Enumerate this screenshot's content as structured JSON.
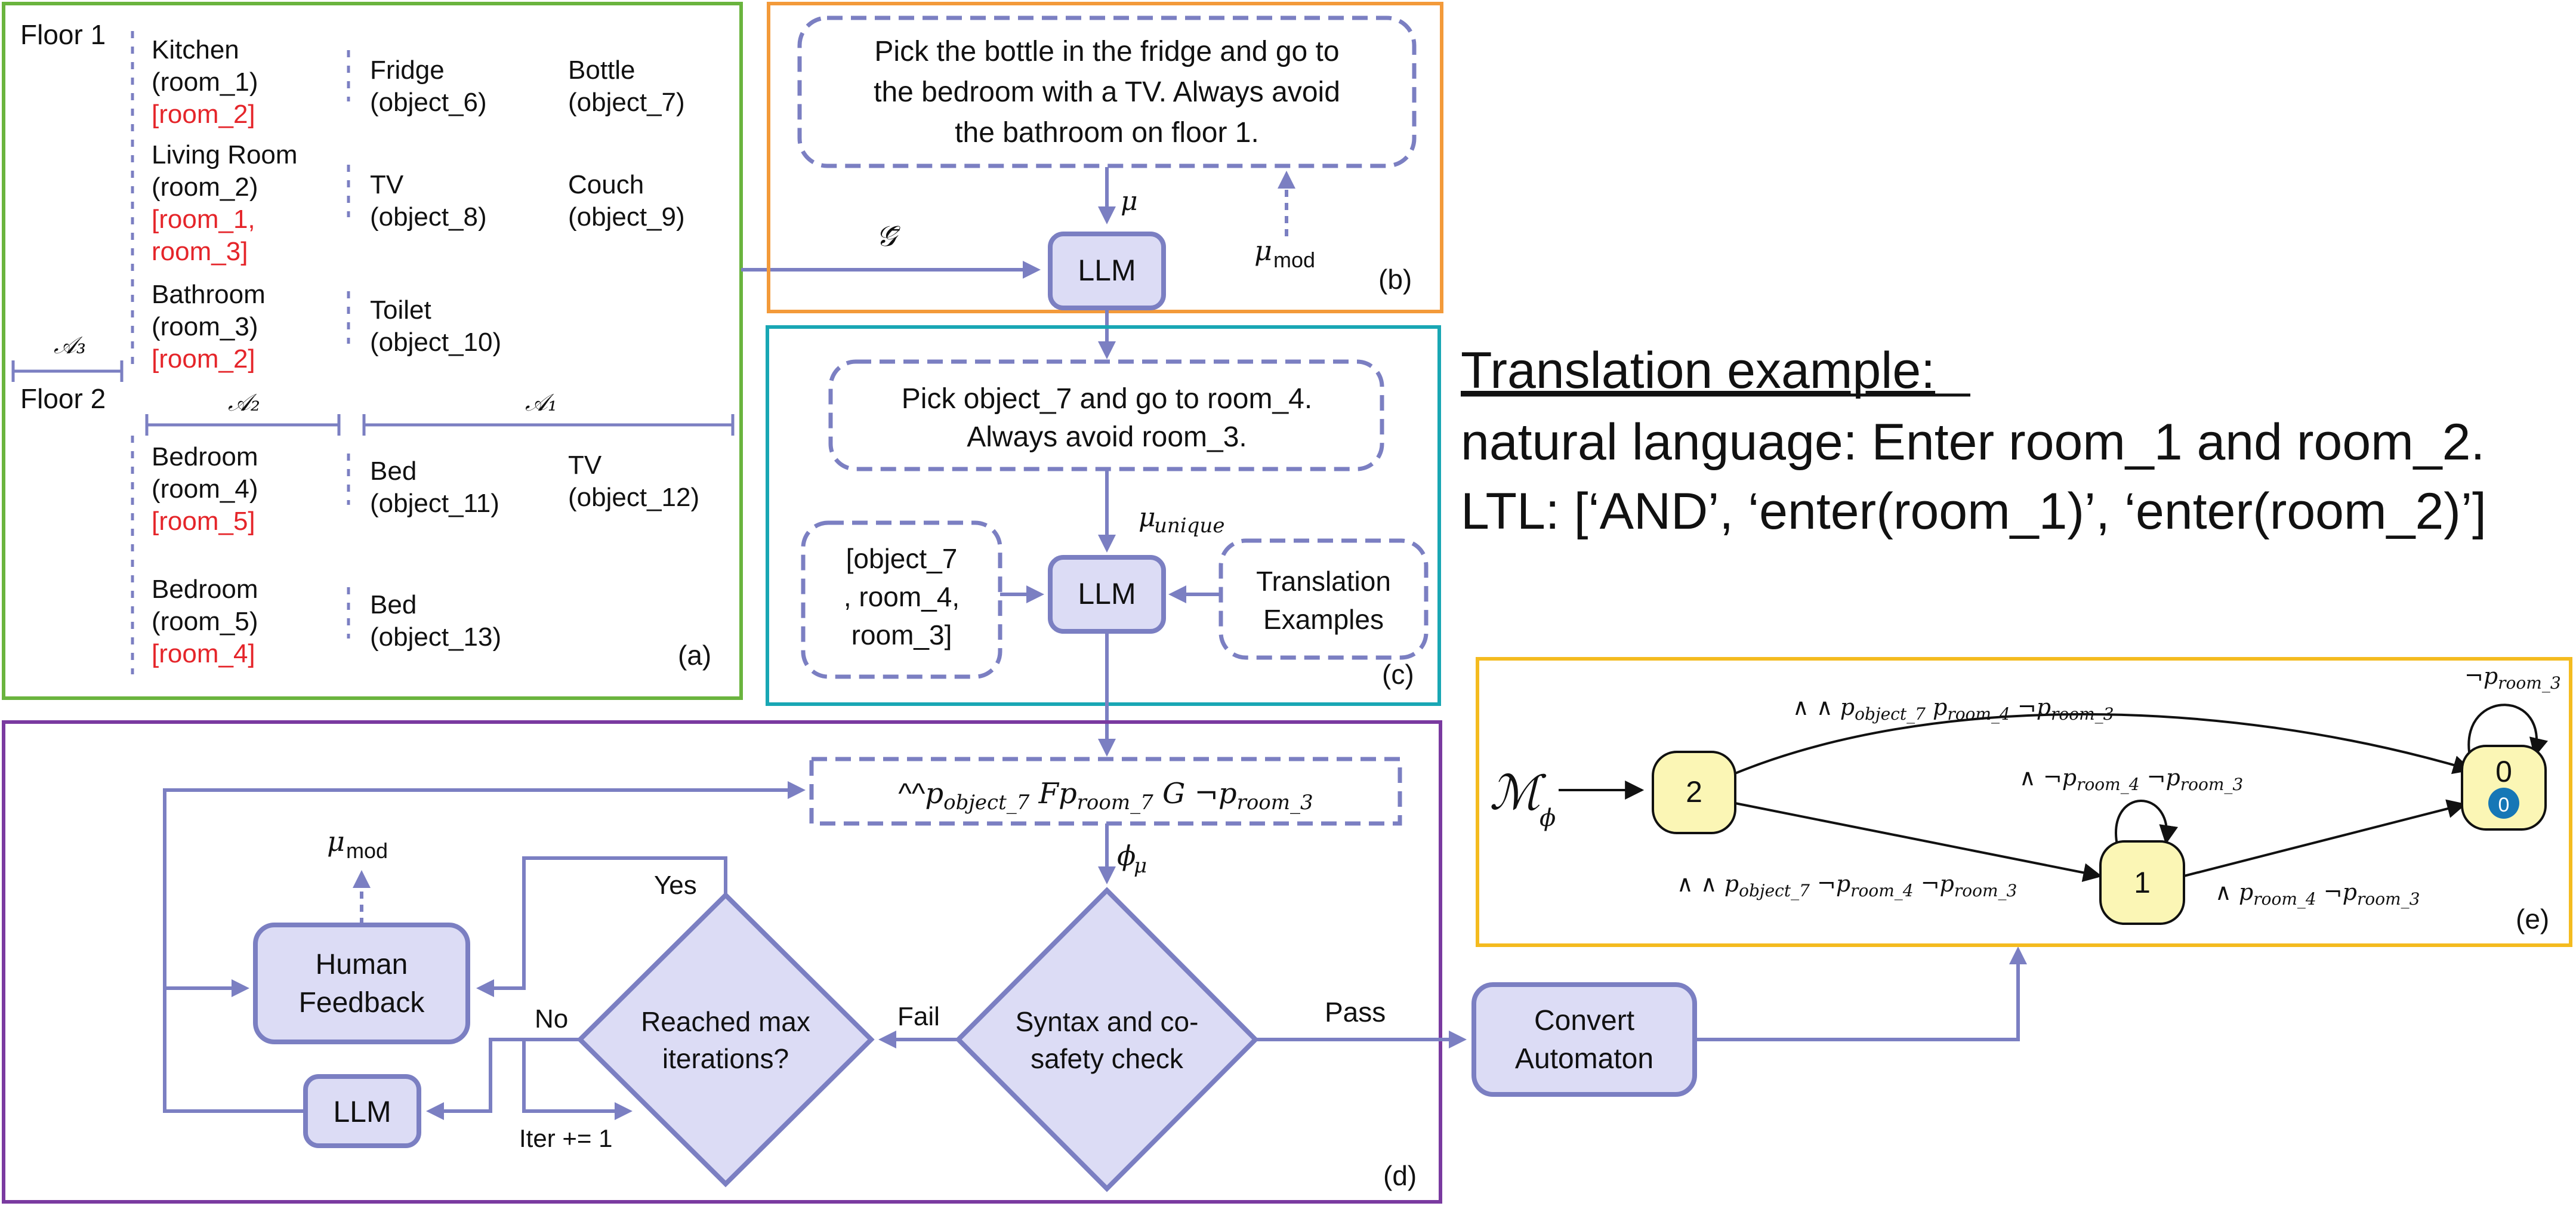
{
  "panel_a": {
    "label": "(a)",
    "floor1": "Floor 1",
    "floor2": "Floor 2",
    "A1": "𝒜₁",
    "A2": "𝒜₂",
    "A3": "𝒜₃",
    "rooms": [
      {
        "name": "Kitchen",
        "id": "(room_1)",
        "adj": [
          "[room_2]"
        ]
      },
      {
        "name": "Living Room",
        "id": "(room_2)",
        "adj": [
          "[room_1,",
          "room_3]"
        ]
      },
      {
        "name": "Bathroom",
        "id": "(room_3)",
        "adj": [
          "[room_2]"
        ]
      },
      {
        "name": "Bedroom",
        "id": "(room_4)",
        "adj": [
          "[room_5]"
        ]
      },
      {
        "name": "Bedroom",
        "id": "(room_5)",
        "adj": [
          "[room_4]"
        ]
      }
    ],
    "objects": [
      {
        "name": "Fridge",
        "id": "(object_6)"
      },
      {
        "name": "Bottle",
        "id": "(object_7)"
      },
      {
        "name": "TV",
        "id": "(object_8)"
      },
      {
        "name": "Couch",
        "id": "(object_9)"
      },
      {
        "name": "Toilet",
        "id": "(object_10)"
      },
      {
        "name": "Bed",
        "id": "(object_11)"
      },
      {
        "name": "TV",
        "id": "(object_12)"
      },
      {
        "name": "Bed",
        "id": "(object_13)"
      }
    ]
  },
  "panel_b": {
    "label": "(b)",
    "instruction": [
      "Pick the bottle in the fridge and go to",
      "the bedroom with a TV. Always avoid",
      "the bathroom on floor 1."
    ],
    "llm": "LLM",
    "mu": "μ",
    "mu_mod": "μ",
    "mu_mod_sub": "mod",
    "g_bar": "𝒢̄"
  },
  "panel_c": {
    "label": "(c)",
    "lifted": [
      "Pick object_7 and go to room_4.",
      "Always avoid room_3."
    ],
    "mu_unique": "μ",
    "mu_unique_sub": "unique",
    "props": [
      "[object_7",
      ", room_4,",
      "room_3]"
    ],
    "llm": "LLM",
    "examples": [
      "Translation",
      "Examples"
    ]
  },
  "panel_d": {
    "label": "(d)",
    "formula": "^^p",
    "formula_parts": [
      "^^",
      "p",
      "object_7",
      " F",
      "p",
      "room_7",
      " G ¬",
      "p",
      "room_3"
    ],
    "phi": "ϕ",
    "phi_sub": "μ",
    "syntax_check": [
      "Syntax and co-",
      "safety check"
    ],
    "max_iter": [
      "Reached max",
      "iterations?"
    ],
    "human_feedback": [
      "Human",
      "Feedback"
    ],
    "llm": "LLM",
    "mu_mod": "μ",
    "mu_mod_sub": "mod",
    "yes": "Yes",
    "no": "No",
    "fail": "Fail",
    "pass": "Pass",
    "iter": "Iter += 1"
  },
  "convert": [
    "Convert",
    "Automaton"
  ],
  "translation": {
    "title": "Translation example:",
    "nl": "natural language: Enter room_1 and room_2.",
    "ltl": "LTL: [‘AND’, ‘enter(room_1)’, ‘enter(room_2)’]"
  },
  "panel_e": {
    "label": "(e)",
    "M": "ℳ",
    "M_sub": "ϕ",
    "states": [
      "2",
      "1",
      "0"
    ],
    "accept_badge": "0",
    "edges": {
      "e_2_0": [
        "∧ ∧ ",
        "p",
        "object_7",
        " p",
        "room_4",
        " ¬p",
        "room_3"
      ],
      "e_1_self": [
        "∧ ¬",
        "p",
        "room_4",
        " ¬p",
        "room_3"
      ],
      "e_2_1": [
        "∧ ∧ ",
        "p",
        "object_7",
        " ¬p",
        "room_4",
        " ¬p",
        "room_3"
      ],
      "e_1_0": [
        "∧ ",
        "p",
        "room_4",
        " ¬p",
        "room_3"
      ],
      "e_0_self": [
        "¬p",
        "room_3"
      ]
    }
  },
  "colors": {
    "accent": "#7b7fc2",
    "node_fill": "#dcdcf5",
    "panel_a": "#6ab43e",
    "panel_b": "#f39a3a",
    "panel_c": "#19a7b4",
    "panel_d": "#7a3aa0",
    "panel_e": "#f4bb1f",
    "state_fill": "#fbf6b5",
    "red": "#e5252a"
  }
}
